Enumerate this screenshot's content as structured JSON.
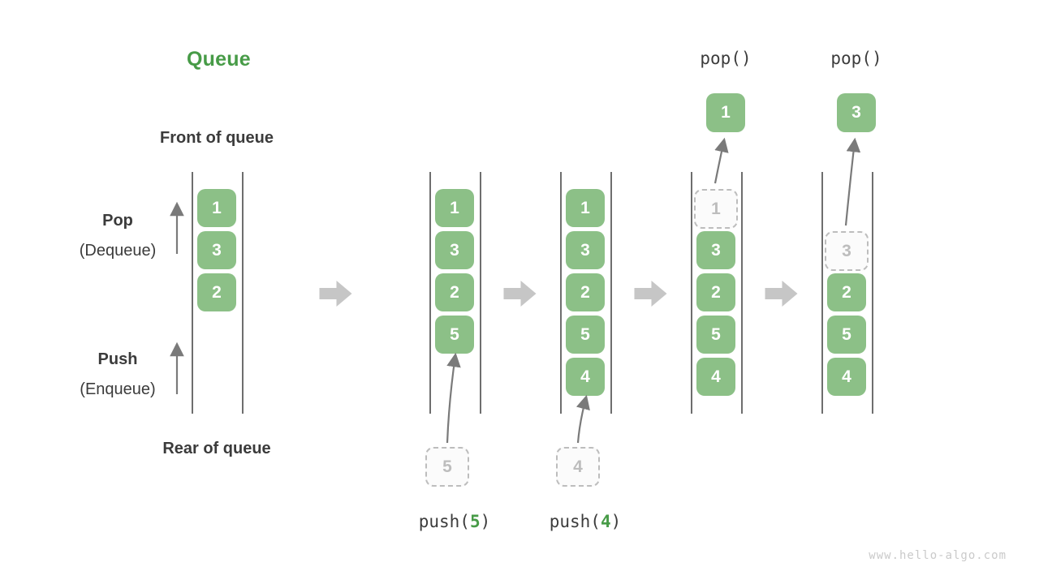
{
  "title": "Queue",
  "watermark": "www.hello-algo.com",
  "labels": {
    "front": "Front of queue",
    "rear": "Rear of queue",
    "pop": "Pop",
    "pop_sub": "(Dequeue)",
    "push": "Push",
    "push_sub": "(Enqueue)"
  },
  "colors": {
    "box_green": "#8CC087",
    "accent_green": "#479B47",
    "big_arrow_gray": "#C6C6C6",
    "thin_arrow_gray": "#7A7A7A",
    "line_gray": "#6E6E6E",
    "dashed_gray": "#BDBDBD",
    "text_dark": "#3B3B3B"
  },
  "diagram": {
    "states": [
      {
        "name": "state-initial",
        "cells": [
          {
            "v": "1"
          },
          {
            "v": "3"
          },
          {
            "v": "2"
          }
        ]
      },
      {
        "name": "state-push-5",
        "cells": [
          {
            "v": "1"
          },
          {
            "v": "3"
          },
          {
            "v": "2"
          },
          {
            "v": "5"
          }
        ],
        "push": {
          "value": "5",
          "pre": "push(",
          "arg": "5",
          "post": ")"
        }
      },
      {
        "name": "state-push-4",
        "cells": [
          {
            "v": "1"
          },
          {
            "v": "3"
          },
          {
            "v": "2"
          },
          {
            "v": "5"
          },
          {
            "v": "4"
          }
        ],
        "push": {
          "value": "4",
          "pre": "push(",
          "arg": "4",
          "post": ")"
        }
      },
      {
        "name": "state-pop-1",
        "cells": [
          {
            "v": "1",
            "dashed": true
          },
          {
            "v": "3"
          },
          {
            "v": "2"
          },
          {
            "v": "5"
          },
          {
            "v": "4"
          }
        ],
        "pop": {
          "call": "pop()",
          "value": "1"
        }
      },
      {
        "name": "state-pop-3",
        "cells": [
          {
            "empty": true
          },
          {
            "v": "3",
            "dashed": true
          },
          {
            "v": "2"
          },
          {
            "v": "5"
          },
          {
            "v": "4"
          }
        ],
        "pop": {
          "call": "pop()",
          "value": "3"
        }
      }
    ]
  }
}
